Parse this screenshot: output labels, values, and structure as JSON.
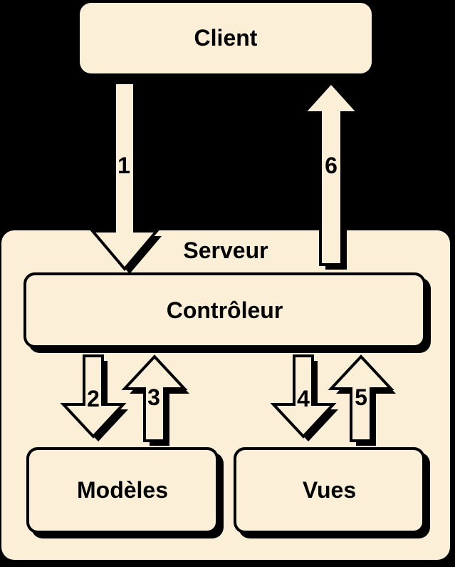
{
  "colors": {
    "background": "#000000",
    "node_fill": "#FBF0D7",
    "outline": "#000000",
    "text": "#000000"
  },
  "nodes": {
    "client": {
      "label": "Client"
    },
    "server": {
      "label": "Serveur"
    },
    "controller": {
      "label": "Contrôleur"
    },
    "models": {
      "label": "Modèles"
    },
    "views": {
      "label": "Vues"
    }
  },
  "arrows": [
    {
      "label": "1",
      "direction": "down",
      "from": "Client",
      "to": "Contrôleur"
    },
    {
      "label": "2",
      "direction": "down",
      "from": "Contrôleur",
      "to": "Modèles"
    },
    {
      "label": "3",
      "direction": "up",
      "from": "Modèles",
      "to": "Contrôleur"
    },
    {
      "label": "4",
      "direction": "down",
      "from": "Contrôleur",
      "to": "Vues"
    },
    {
      "label": "5",
      "direction": "up",
      "from": "Vues",
      "to": "Contrôleur"
    },
    {
      "label": "6",
      "direction": "up",
      "from": "Contrôleur",
      "to": "Client"
    }
  ]
}
